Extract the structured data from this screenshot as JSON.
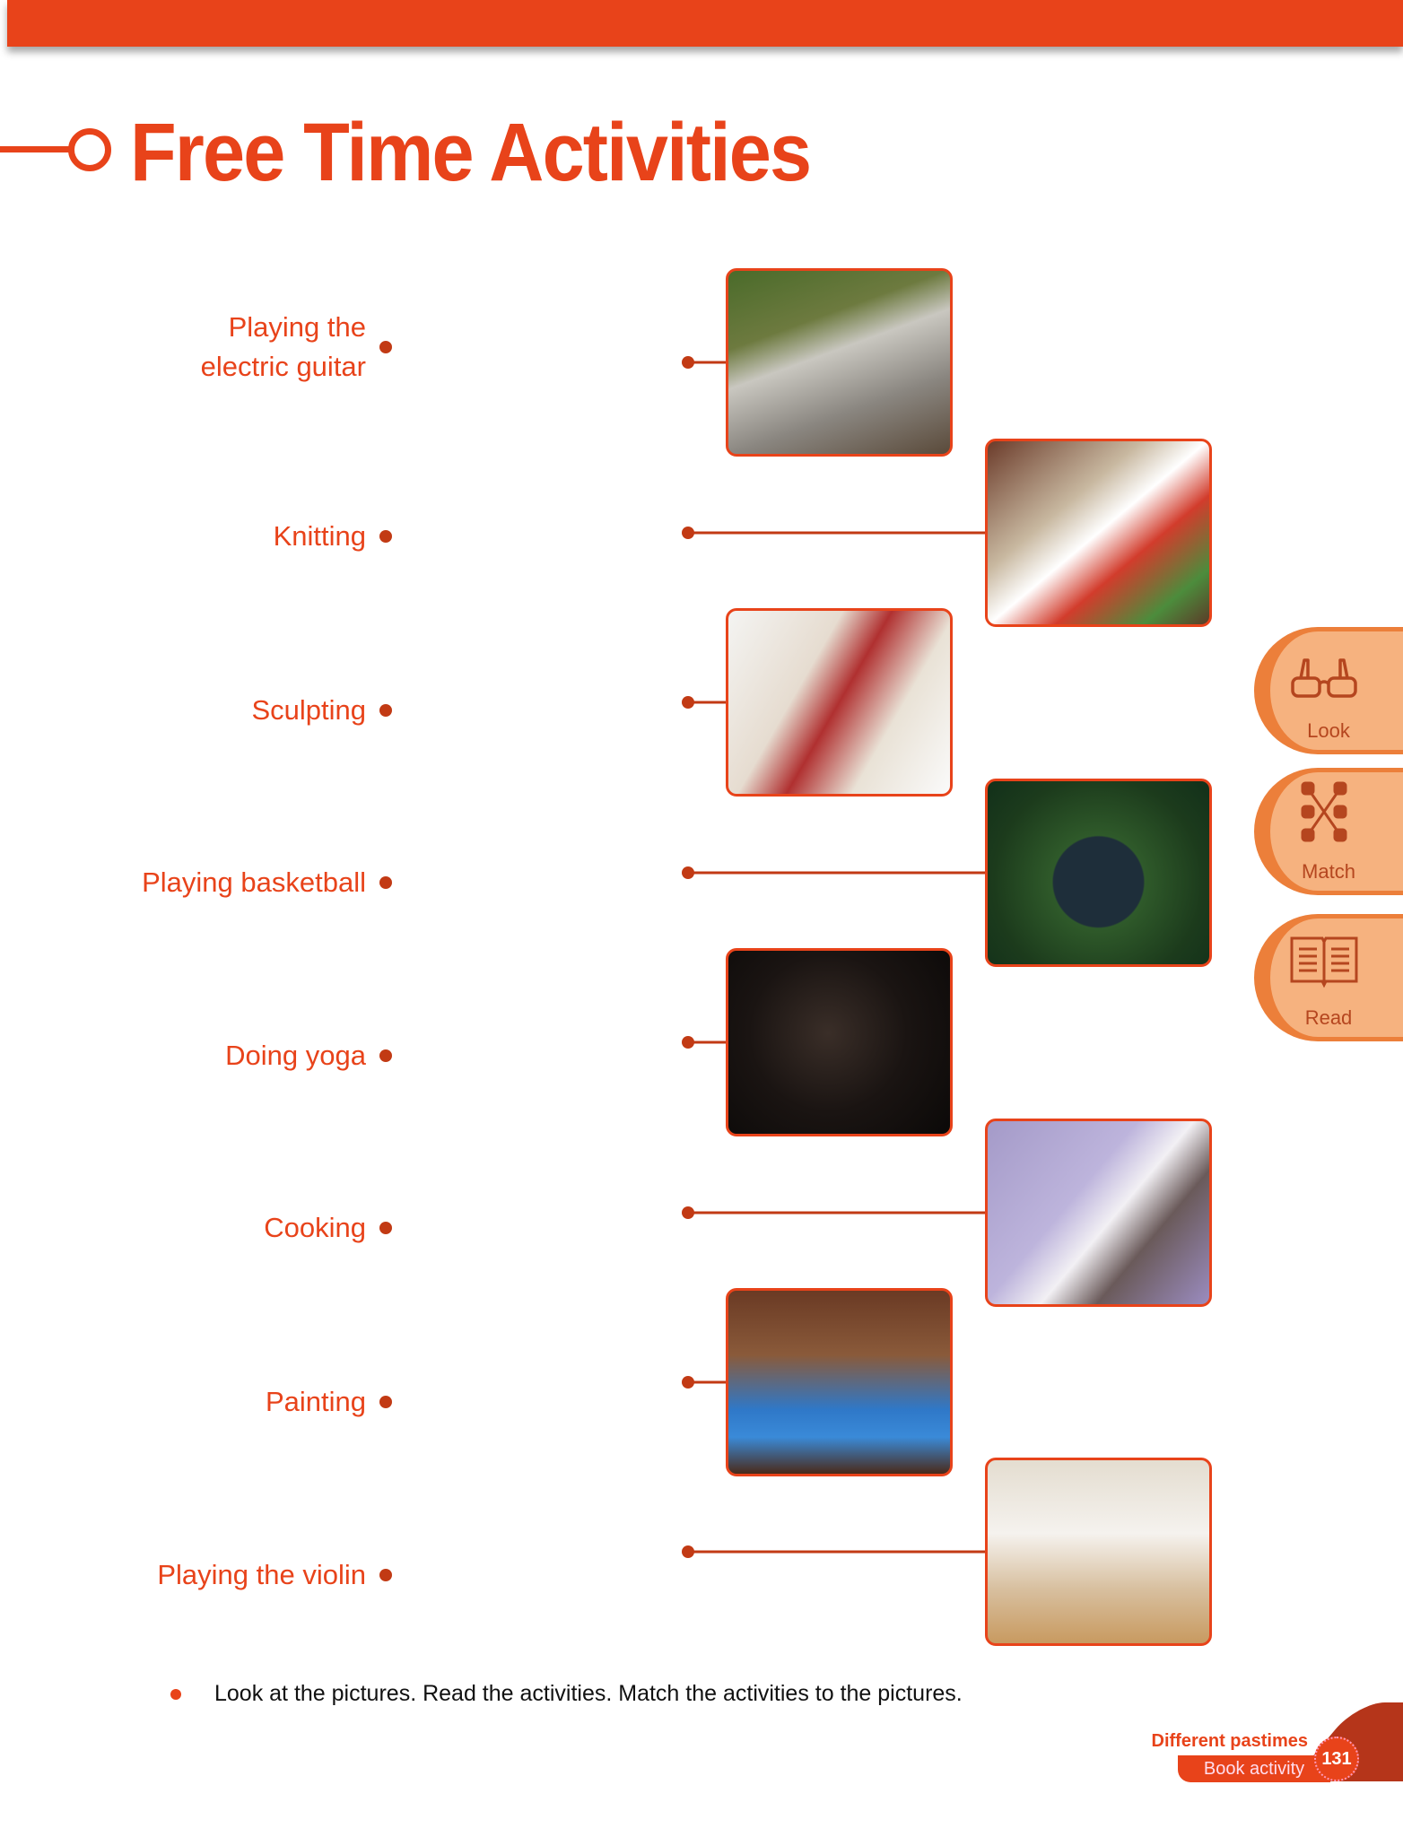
{
  "title": "Free Time Activities",
  "activities": [
    "Playing the electric guitar",
    "Knitting",
    "Sculpting",
    "Playing basketball",
    "Doing yoga",
    "Cooking",
    "Painting",
    "Playing the violin"
  ],
  "side_tabs": [
    {
      "label": "Look",
      "icon": "glasses-icon"
    },
    {
      "label": "Match",
      "icon": "match-icon"
    },
    {
      "label": "Read",
      "icon": "book-icon"
    }
  ],
  "instruction": "Look at the pictures. Read the activities. Match the activities to the pictures.",
  "footer": {
    "unit": "Different pastimes",
    "section": "Book activity",
    "page": "131"
  },
  "colors": {
    "accent": "#e8431a",
    "tab_bg": "#f6b27f",
    "tab_border": "#ec7f3a",
    "dark": "#b5351a"
  }
}
